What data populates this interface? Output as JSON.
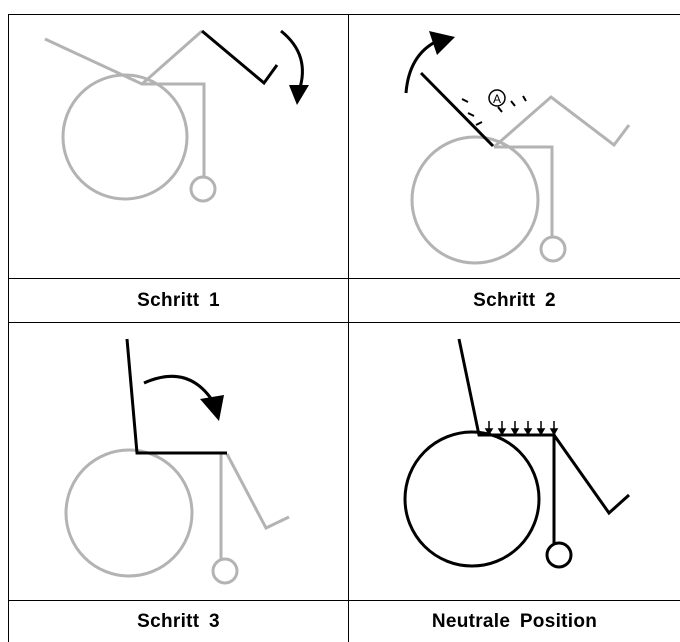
{
  "panels": [
    {
      "label": "Schritt  1"
    },
    {
      "label": "Schritt  2",
      "marker": "A"
    },
    {
      "label": "Schritt  3"
    },
    {
      "label": "Neutrale  Position"
    }
  ],
  "colors": {
    "active": "#000000",
    "inactive": "#b3b3b3",
    "border": "#000000"
  }
}
